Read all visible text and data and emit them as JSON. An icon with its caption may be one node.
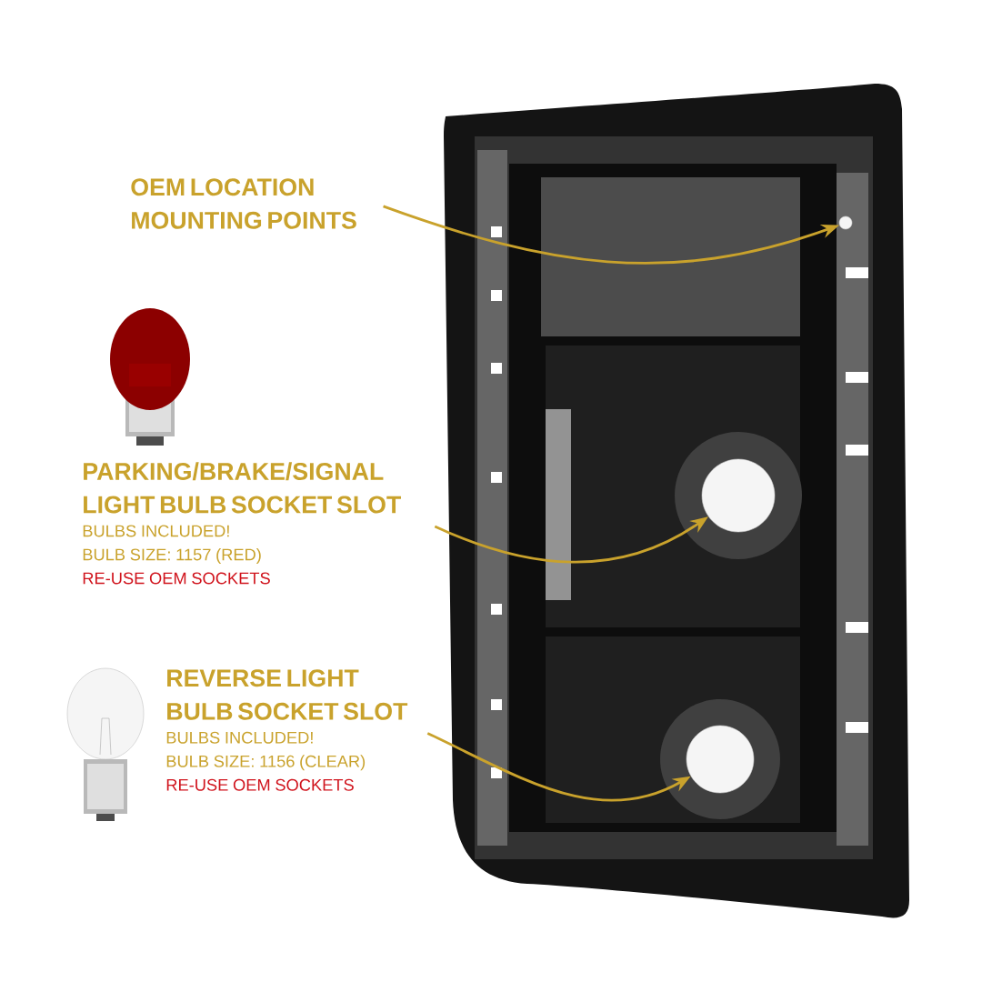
{
  "diagram": {
    "nodes": [
      {
        "text": [
          "OEM LOCATION MOUNTING POINTS"
        ]
      },
      {
        "text": [],
        "shape": "circle"
      },
      {
        "text": [
          "PARKING/BRAKE/SIGNAL LIGHT BULB SOCKET SLOT",
          "BULBS INCLUDED!",
          "BULB SIZE: 1157 (RED)",
          "RE-USE OEM SOCKETS"
        ]
      },
      {
        "text": [],
        "shape": "circle"
      },
      {
        "text": [
          "REVERSE LIGHT BULB SOCKET SLOT",
          "BULBS INCLUDED!",
          "BULB SIZE: 1156 (CLEAR)",
          "RE-USE OEM SOCKETS"
        ]
      },
      {
        "text": [],
        "shape": "circle"
      }
    ],
    "edges": [
      {
        "from": 0,
        "to": 1,
        "arrow": "to"
      },
      {
        "from": 2,
        "to": 3,
        "arrow": "to"
      },
      {
        "from": 4,
        "to": 5,
        "arrow": "to"
      }
    ]
  }
}
